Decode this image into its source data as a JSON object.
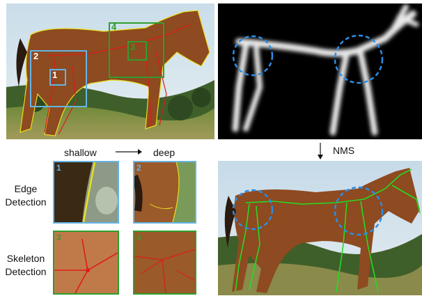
{
  "colors": {
    "edge_box": "#64b4e6",
    "skeleton_box": "#2e9e2e",
    "edge_line": "#e8e01e",
    "skeleton_line": "#e01a1a",
    "nms_skeleton": "#22dd22",
    "circle": "#2a8ee8",
    "horse": "#8e4a20",
    "sky": "#c8dce8"
  },
  "labels": {
    "shallow": "shallow",
    "deep": "deep",
    "nms": "NMS",
    "edge_detection": "Edge\nDetection",
    "skeleton_detection": "Skeleton\nDetection"
  },
  "boxes": {
    "box1": "1",
    "box2": "2",
    "box3": "3",
    "box4": "4"
  }
}
